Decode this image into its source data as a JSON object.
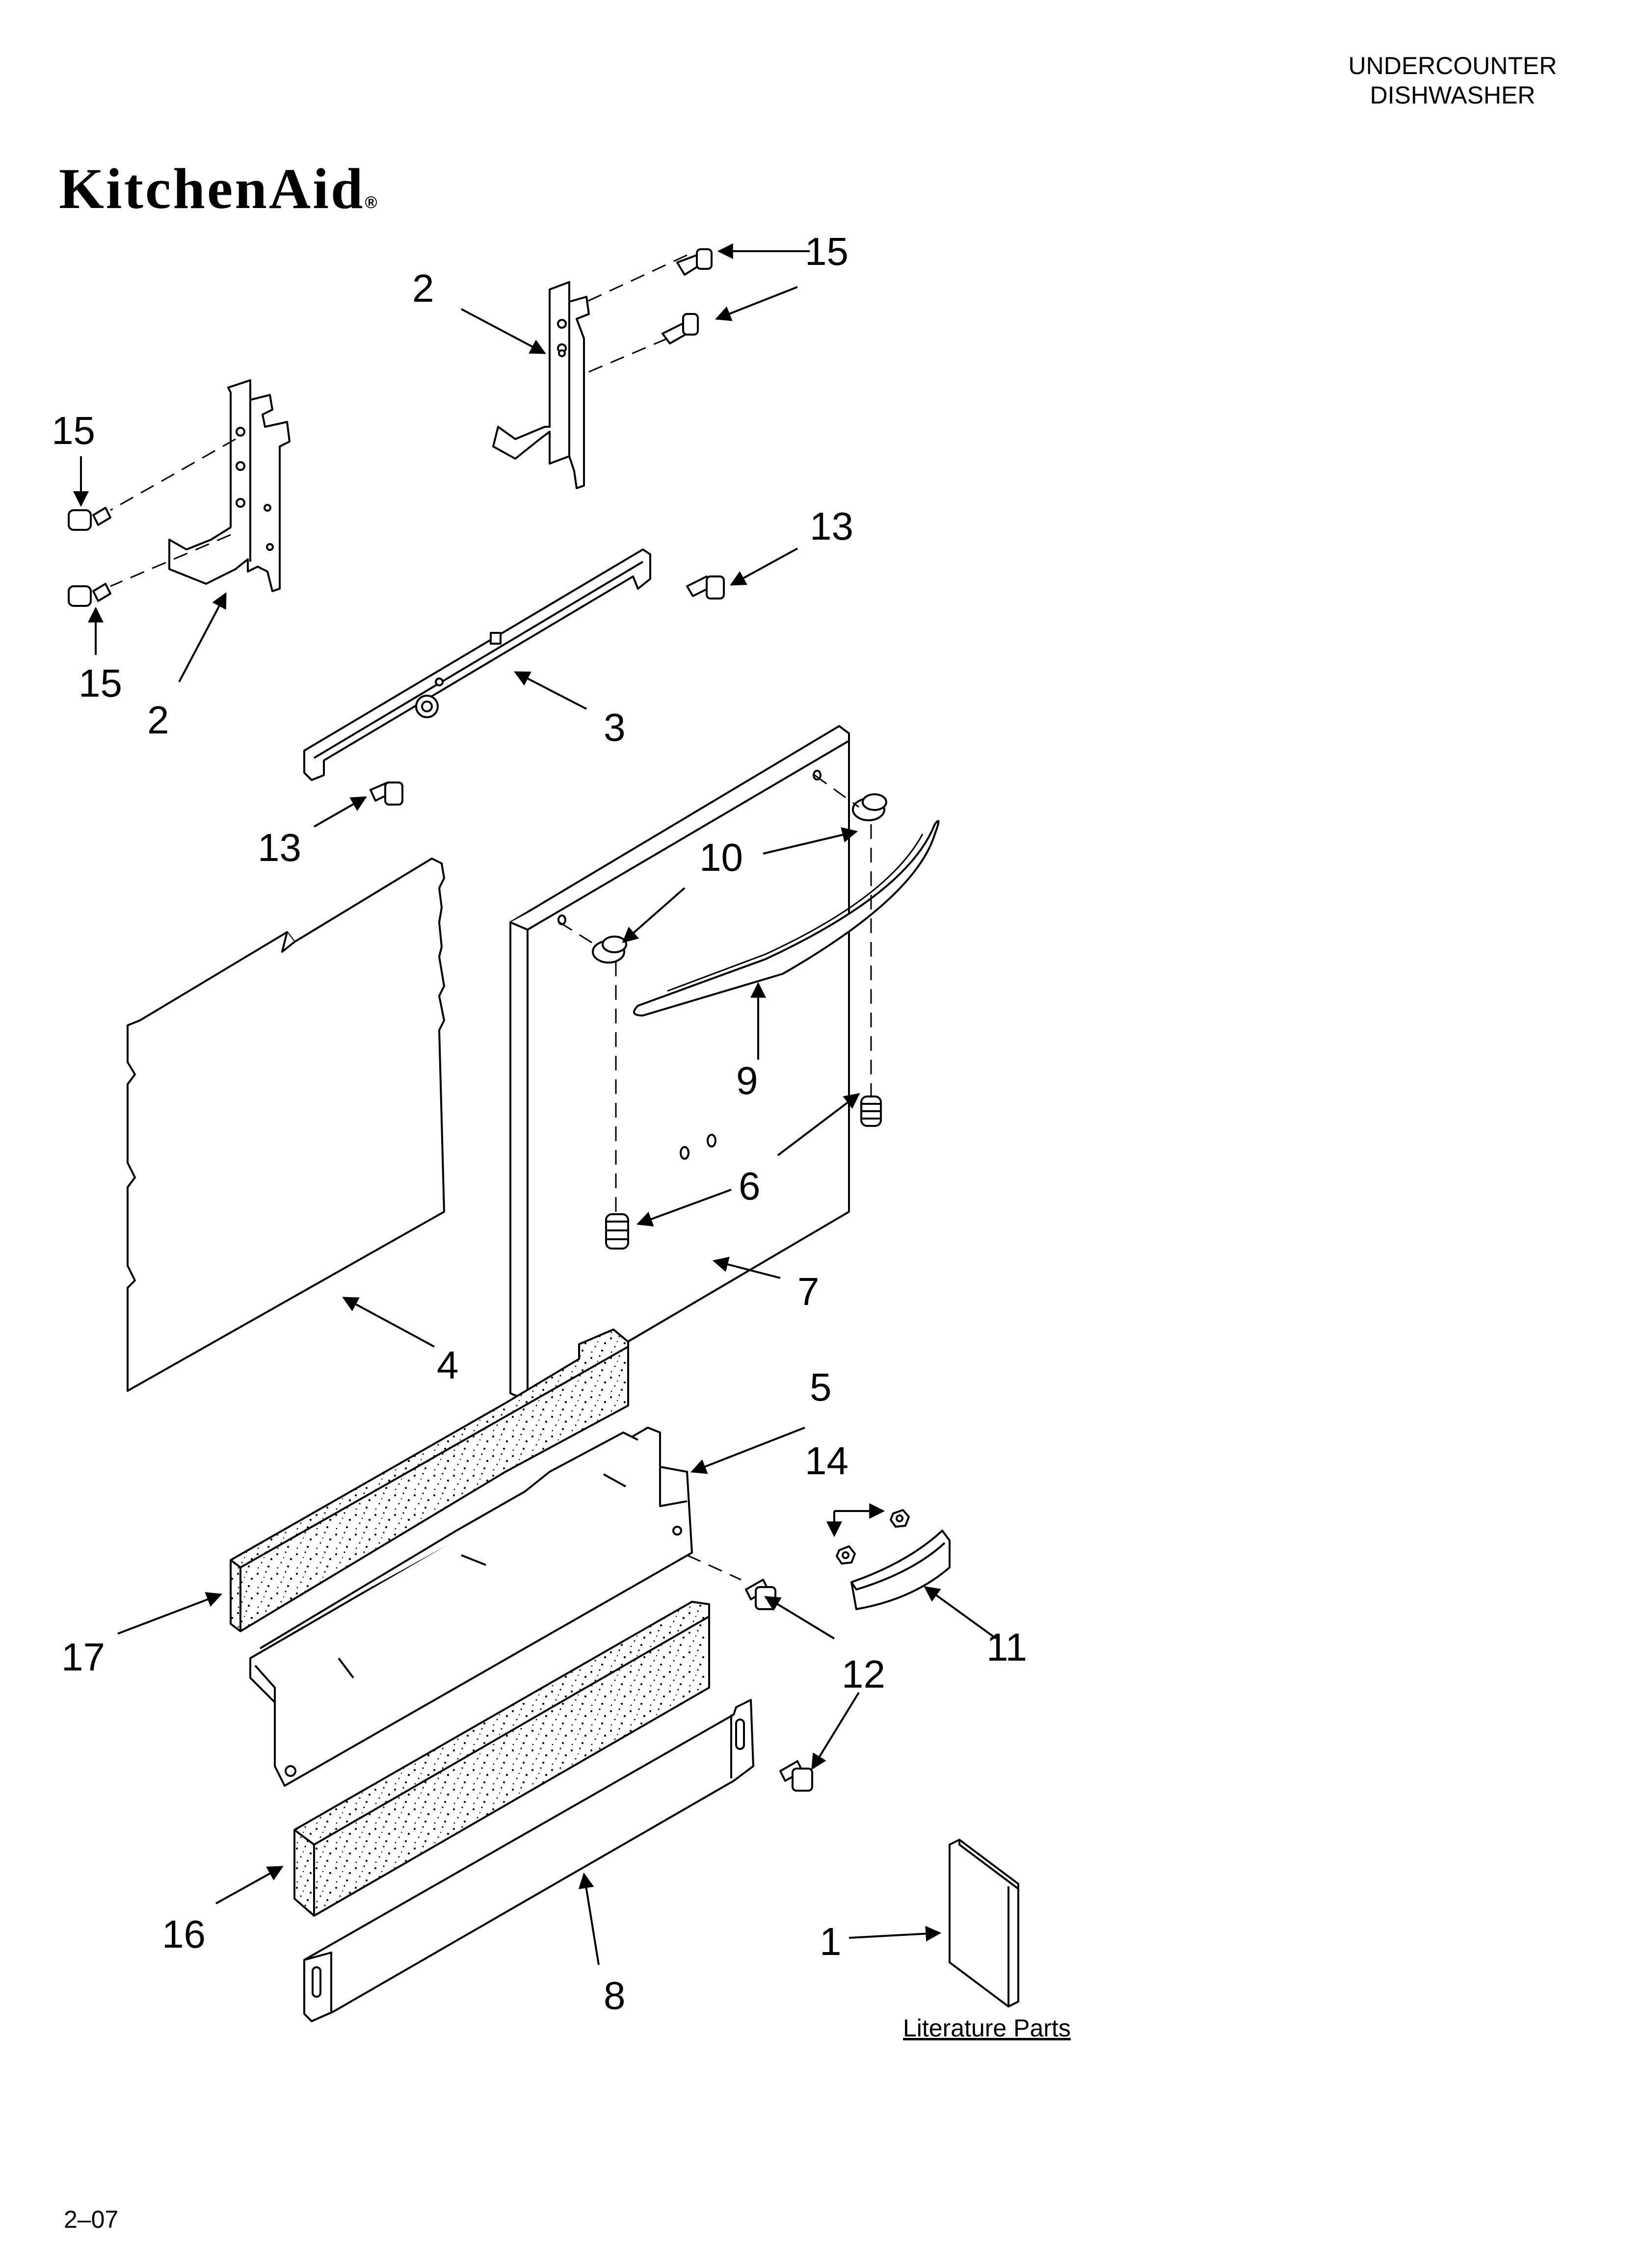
{
  "header": {
    "line1": "UNDERCOUNTER",
    "line2": "DISHWASHER"
  },
  "brand": {
    "logo_text": "KitchenAid",
    "registered_mark": "®"
  },
  "callouts": {
    "c1": "1",
    "c2a": "2",
    "c2b": "2",
    "c3": "3",
    "c4": "4",
    "c5": "5",
    "c6": "6",
    "c7": "7",
    "c8": "8",
    "c9": "9",
    "c10": "10",
    "c11": "11",
    "c12": "12",
    "c13a": "13",
    "c13b": "13",
    "c14": "14",
    "c15a": "15",
    "c15b": "15",
    "c15c": "15",
    "c16": "16",
    "c17": "17"
  },
  "literature_label": "Literature Parts",
  "footer": {
    "page_code": "2–07"
  }
}
